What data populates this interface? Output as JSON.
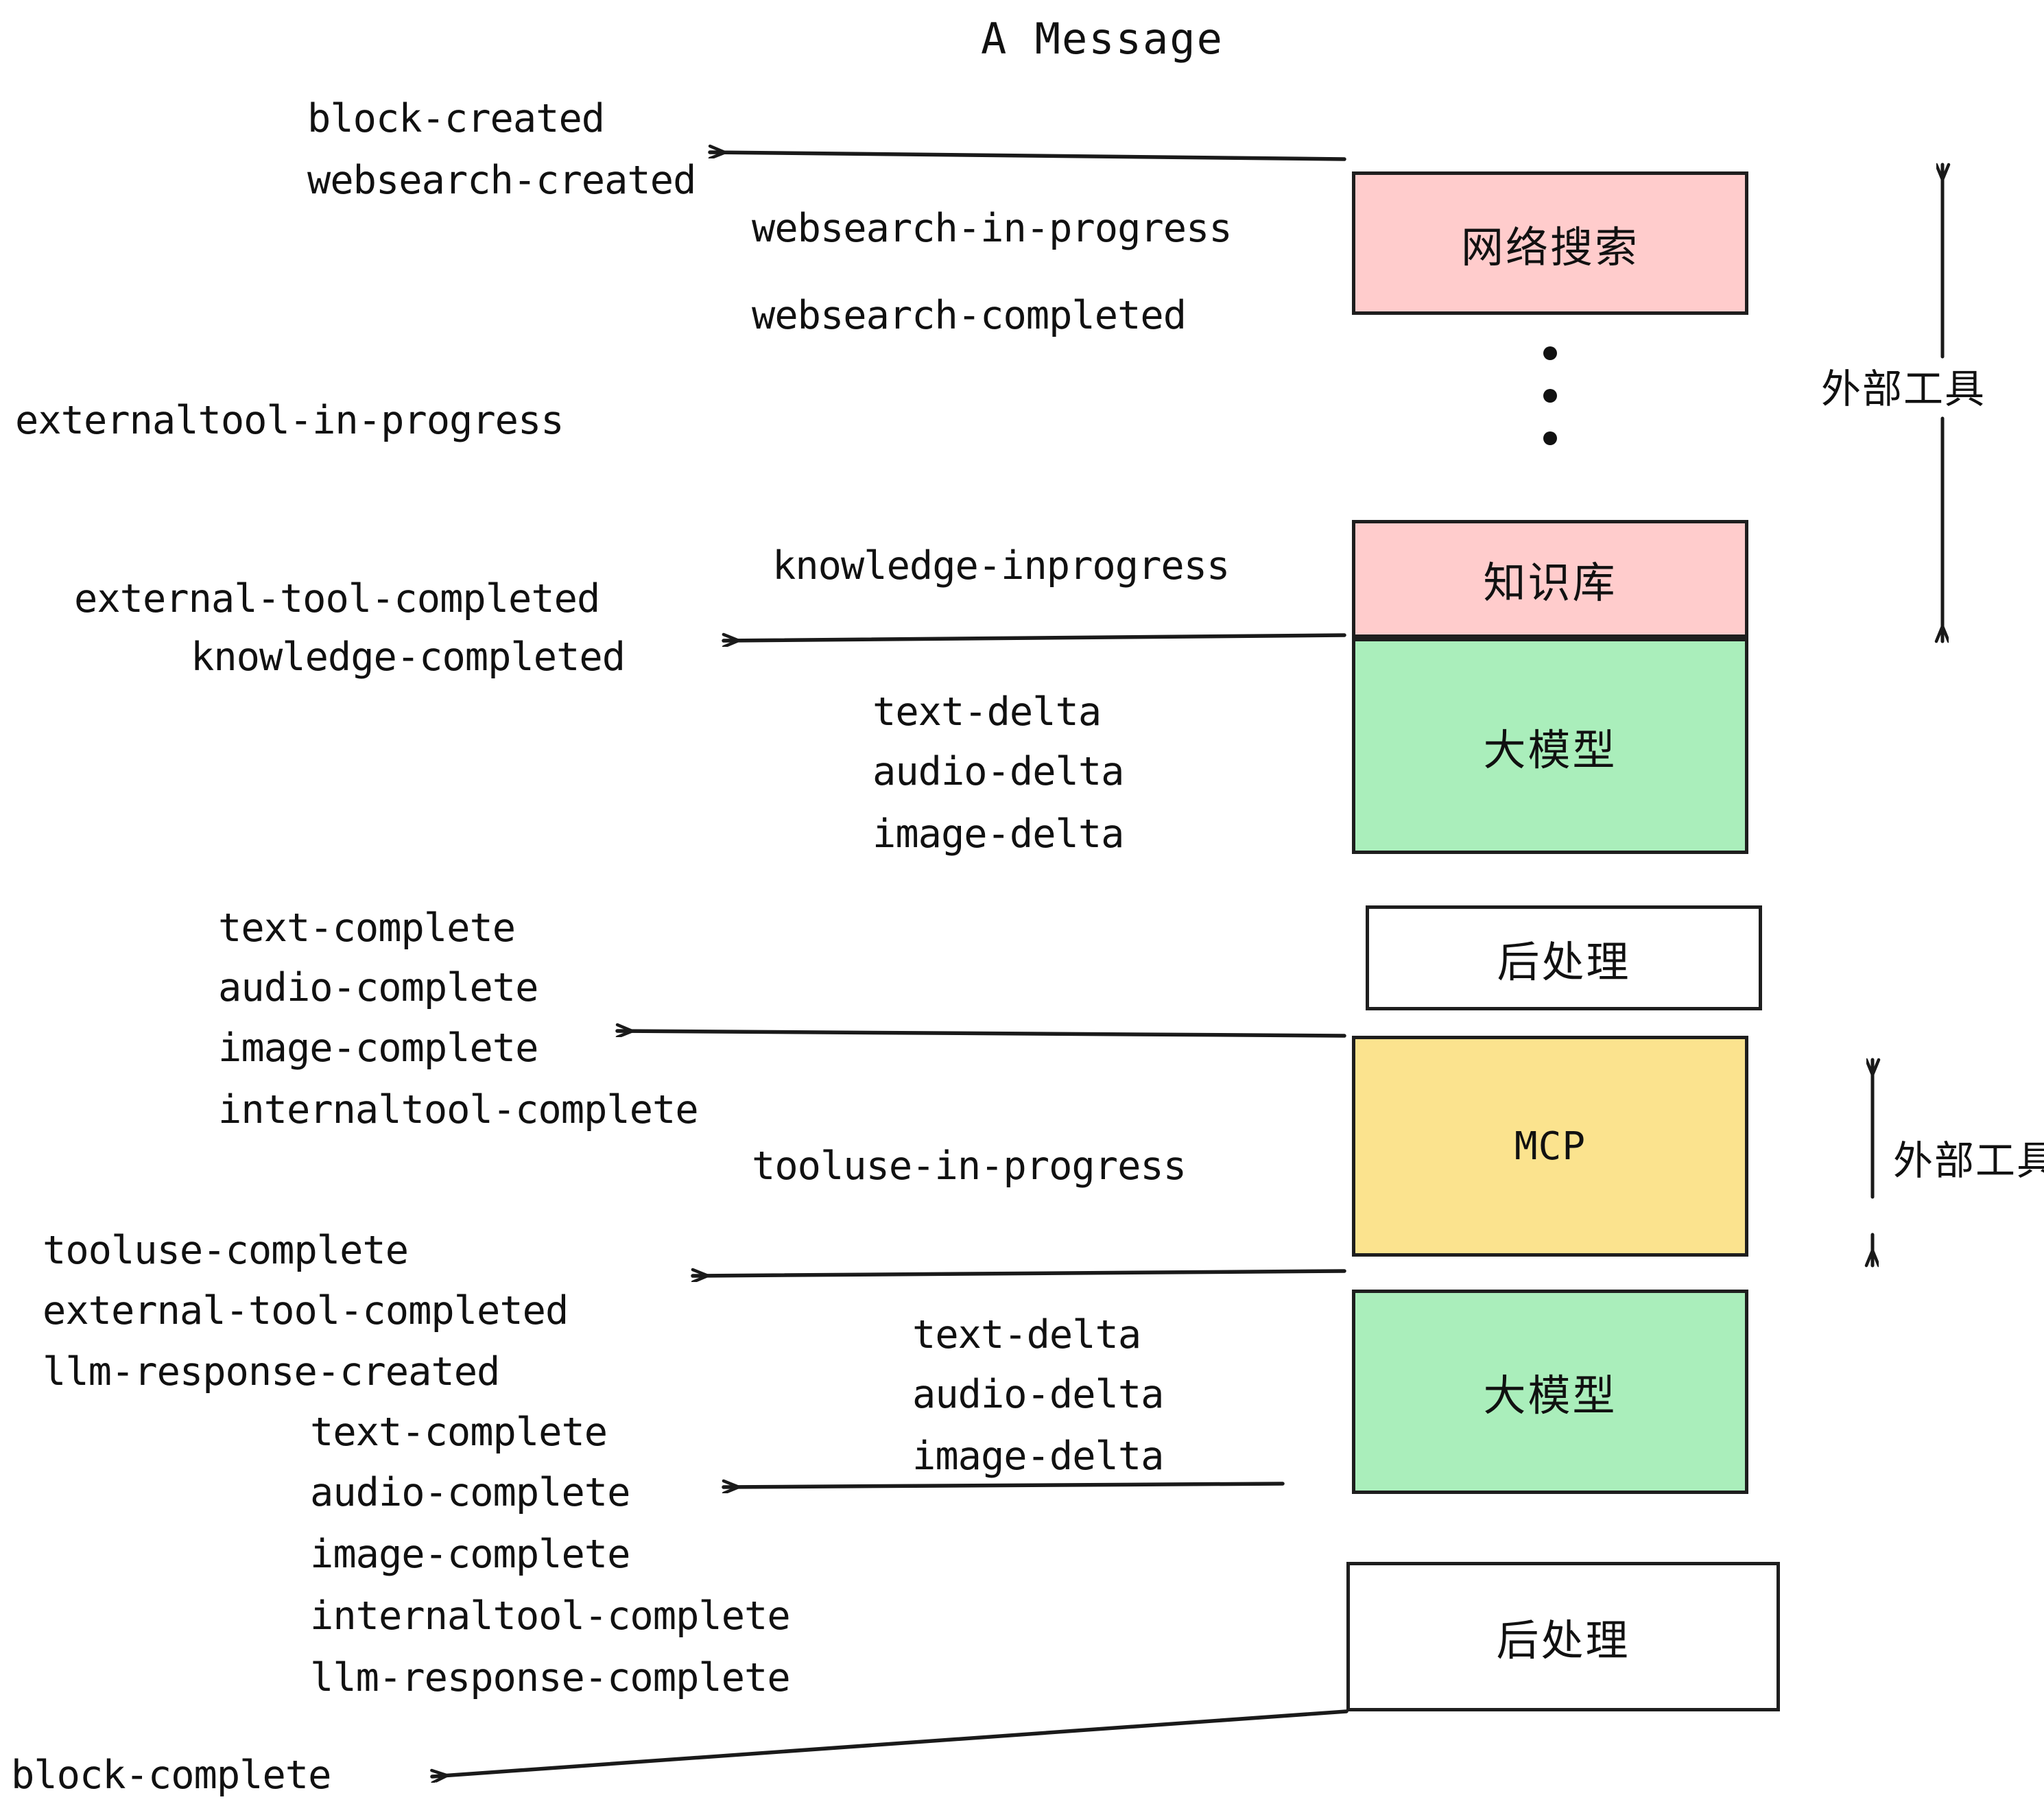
{
  "title": "A Message",
  "nodes": [
    {
      "id": "websearch",
      "label": "网络搜索",
      "fill": "#ffcccc"
    },
    {
      "id": "knowledge",
      "label": "知识库",
      "fill": "#ffcccc"
    },
    {
      "id": "llm-1",
      "label": "大模型",
      "fill": "#aaeebb"
    },
    {
      "id": "postproc-1",
      "label": "后处理",
      "fill": "#ffffff"
    },
    {
      "id": "mcp",
      "label": "MCP",
      "fill": "#fbe38e"
    },
    {
      "id": "llm-2",
      "label": "大模型",
      "fill": "#aaeebb"
    },
    {
      "id": "postproc-2",
      "label": "后处理",
      "fill": "#ffffff"
    }
  ],
  "side_labels": [
    {
      "id": "external-tool-top",
      "text": "外部工具"
    },
    {
      "id": "external-tool-bottom",
      "text": "外部工具"
    }
  ],
  "events": [
    {
      "id": "block-created",
      "text": "block-created"
    },
    {
      "id": "websearch-created",
      "text": "websearch-created"
    },
    {
      "id": "websearch-in-progress",
      "text": "websearch-in-progress"
    },
    {
      "id": "websearch-completed",
      "text": "websearch-completed"
    },
    {
      "id": "externaltool-in-progress",
      "text": "externaltool-in-progress"
    },
    {
      "id": "knowledge-inprogress",
      "text": "knowledge-inprogress"
    },
    {
      "id": "external-tool-completed-1",
      "text": "external-tool-completed"
    },
    {
      "id": "knowledge-completed",
      "text": "knowledge-completed"
    },
    {
      "id": "text-delta-1",
      "text": "text-delta"
    },
    {
      "id": "audio-delta-1",
      "text": "audio-delta"
    },
    {
      "id": "image-delta-1",
      "text": "image-delta"
    },
    {
      "id": "text-complete-1",
      "text": "text-complete"
    },
    {
      "id": "audio-complete-1",
      "text": "audio-complete"
    },
    {
      "id": "image-complete-1",
      "text": "image-complete"
    },
    {
      "id": "internaltool-complete-1",
      "text": "internaltool-complete"
    },
    {
      "id": "tooluse-in-progress",
      "text": "tooluse-in-progress"
    },
    {
      "id": "tooluse-complete",
      "text": "tooluse-complete"
    },
    {
      "id": "external-tool-completed-2",
      "text": "external-tool-completed"
    },
    {
      "id": "llm-response-created",
      "text": "llm-response-created"
    },
    {
      "id": "text-delta-2",
      "text": "text-delta"
    },
    {
      "id": "audio-delta-2",
      "text": "audio-delta"
    },
    {
      "id": "image-delta-2",
      "text": "image-delta"
    },
    {
      "id": "text-complete-2",
      "text": "text-complete"
    },
    {
      "id": "audio-complete-2",
      "text": "audio-complete"
    },
    {
      "id": "image-complete-2",
      "text": "image-complete"
    },
    {
      "id": "internaltool-complete-2",
      "text": "internaltool-complete"
    },
    {
      "id": "llm-response-complete",
      "text": "llm-response-complete"
    },
    {
      "id": "block-complete",
      "text": "block-complete"
    }
  ],
  "colors": {
    "tool_fill": "#ffcccc",
    "llm_fill": "#aaeebb",
    "mcp_fill": "#fbe38e",
    "plain_fill": "#ffffff",
    "stroke": "#1e1e1e",
    "text": "#111111",
    "background": "#ffffff"
  }
}
